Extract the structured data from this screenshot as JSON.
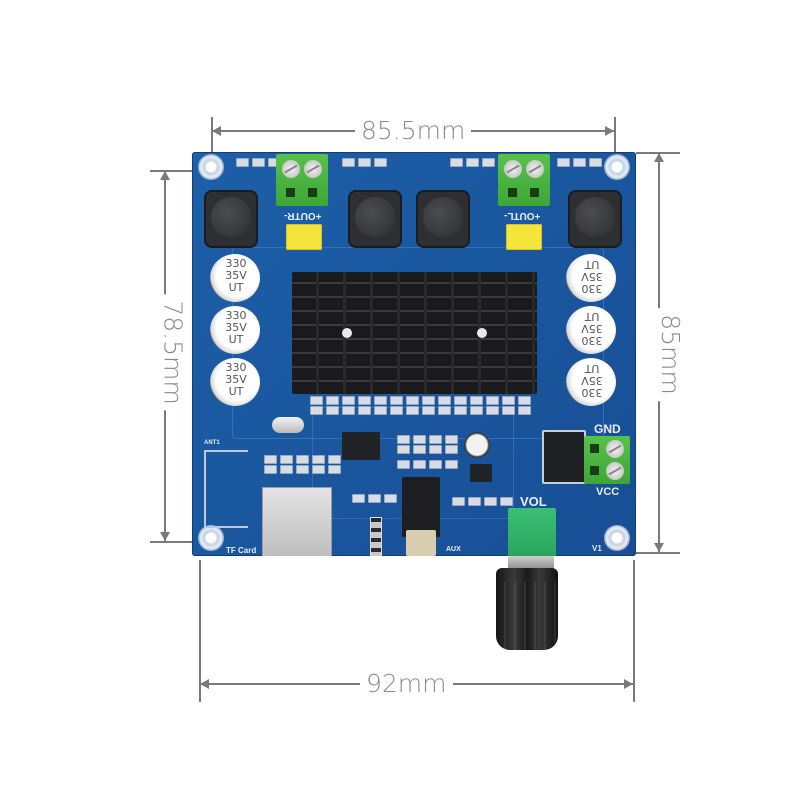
{
  "dimensions": {
    "top_width": "85.5mm",
    "bottom_width": "92mm",
    "left_height": "78.5mm",
    "right_height": "85mm"
  },
  "board": {
    "capacitor_label": [
      "330",
      "35V",
      "UT"
    ],
    "labels": {
      "out_right": "+OUTR-",
      "out_left": "+OUTL-",
      "gnd": "GND",
      "vcc": "VCC",
      "vol": "VOL",
      "tf_card": "TF Card",
      "aux": "AUX",
      "v1": "V1",
      "ant": "ANT1"
    }
  },
  "colors": {
    "pcb_blue": "#1a58a0",
    "terminal_green": "#3ea636",
    "dimension_gray": "#7a7a7a"
  }
}
